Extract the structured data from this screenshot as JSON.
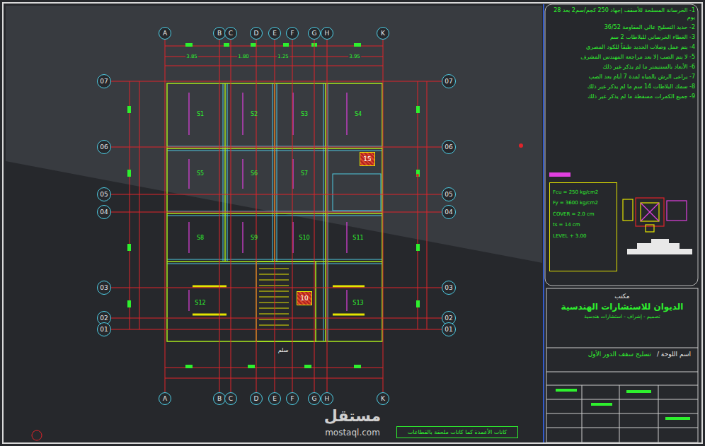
{
  "diagram": {
    "nodes": [
      {
        "text": [
          "A"
        ]
      },
      {
        "text": [
          "B"
        ]
      },
      {
        "text": [
          "C"
        ]
      },
      {
        "text": [
          "D"
        ]
      },
      {
        "text": [
          "E"
        ]
      },
      {
        "text": [
          "F"
        ]
      },
      {
        "text": [
          "G"
        ]
      },
      {
        "text": [
          "H"
        ]
      },
      {
        "text": [
          "K"
        ]
      },
      {
        "text": [
          "A"
        ]
      },
      {
        "text": [
          "B"
        ]
      },
      {
        "text": [
          "C"
        ]
      },
      {
        "text": [
          "D"
        ]
      },
      {
        "text": [
          "E"
        ]
      },
      {
        "text": [
          "F"
        ]
      },
      {
        "text": [
          "G"
        ]
      },
      {
        "text": [
          "H"
        ]
      },
      {
        "text": [
          "K"
        ]
      },
      {
        "text": [
          "07"
        ]
      },
      {
        "text": [
          "06"
        ]
      },
      {
        "text": [
          "05"
        ]
      },
      {
        "text": [
          "04"
        ]
      },
      {
        "text": [
          "03"
        ]
      },
      {
        "text": [
          "02"
        ]
      },
      {
        "text": [
          "01"
        ]
      },
      {
        "text": [
          "07"
        ]
      },
      {
        "text": [
          "06"
        ]
      },
      {
        "text": [
          "05"
        ]
      },
      {
        "text": [
          "04"
        ]
      },
      {
        "text": [
          "03"
        ]
      },
      {
        "text": [
          "02"
        ]
      },
      {
        "text": [
          "01"
        ]
      },
      {
        "text": [
          "15"
        ]
      },
      {
        "text": [
          "10"
        ]
      },
      {
        "text": [
          "1- الخرسانة المسلحة للأسقف إجهاد 250 كجم/سم2 بعد 28 يوم",
          "2- حديد التسليح عالي المقاومة 36/52",
          "3- الغطاء الخرساني للبلاطات 2 سم",
          "4- يتم عمل وصلات الحديد طبقاً للكود المصري",
          "5- لا يتم الصب إلا بعد مراجعة المهندس المشرف",
          "6- الأبعاد بالسنتيمتر ما لم يذكر غير ذلك",
          "7- يراعى الرش بالمياه لمدة 7 أيام بعد الصب",
          "8- سمك البلاطات 14 سم ما لم يذكر غير ذلك",
          "9- جميع الكمرات مسقطة ما لم يذكر غير ذلك"
        ]
      },
      {
        "text": [
          "مكتب",
          "الديوان للاستشارات الهندسية",
          "تصميم - إشراف - استشارات هندسية"
        ]
      },
      {
        "text": [
          "اسم اللوحة /",
          "تسليح سقف الدور الأول"
        ],
        "in": 35
      },
      {
        "text": [
          "كانات الأعمدة كما كانات ملحقة بالقطاعات"
        ]
      },
      {
        "text": [
          "Fcu = 250 kg/cm2",
          "Fy = 3600 kg/cm2",
          "COVER = 2.0 cm",
          "ts = 14 cm",
          "LEVEL + 3.00"
        ]
      }
    ],
    "edges": [
      {
        "from": 0,
        "to": 9,
        "arrow": "none"
      },
      {
        "from": 1,
        "to": 10,
        "arrow": "none"
      },
      {
        "from": 2,
        "to": 11,
        "arrow": "none"
      },
      {
        "from": 3,
        "to": 12,
        "arrow": "none"
      },
      {
        "from": 4,
        "to": 13,
        "arrow": "none"
      },
      {
        "from": 5,
        "to": 14,
        "arrow": "none"
      },
      {
        "from": 6,
        "to": 15,
        "arrow": "none"
      },
      {
        "from": 7,
        "to": 16,
        "arrow": "none"
      },
      {
        "from": 8,
        "to": 17,
        "arrow": "none"
      },
      {
        "from": 18,
        "to": 25,
        "arrow": "none"
      },
      {
        "from": 19,
        "to": 26,
        "arrow": "none"
      },
      {
        "from": 20,
        "to": 27,
        "arrow": "none"
      },
      {
        "from": 21,
        "to": 28,
        "arrow": "none"
      },
      {
        "from": 22,
        "to": 29,
        "arrow": "none"
      },
      {
        "from": 23,
        "to": 30,
        "arrow": "none"
      },
      {
        "from": 24,
        "to": 31,
        "arrow": "none"
      }
    ],
    "labels": [
      "S1",
      "S2",
      "S3",
      "S4",
      "S5",
      "S6",
      "S7",
      "S8",
      "S9",
      "S10",
      "S11",
      "S12",
      "S13",
      "3.85",
      "1.80",
      "1.25",
      "3.95",
      "سلم",
      "مستقل",
      "mostaql.com"
    ]
  }
}
